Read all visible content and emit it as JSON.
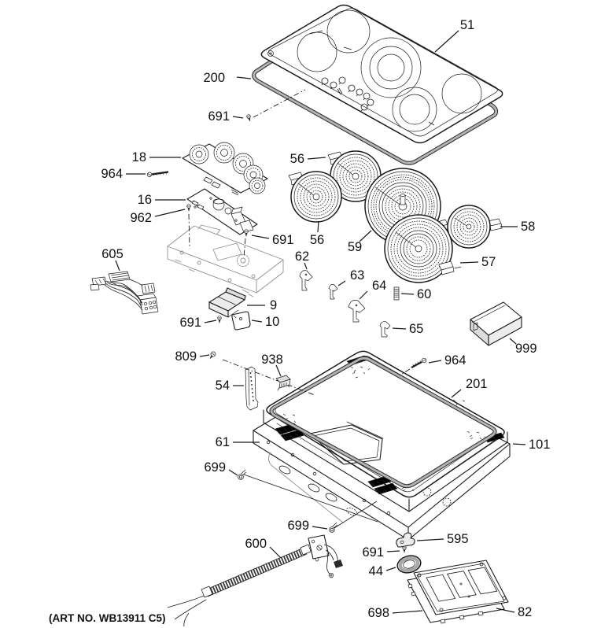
{
  "diagram": {
    "art_no": "(ART NO. WB13911 C5)",
    "callouts": [
      "51",
      "200",
      "691",
      "18",
      "964",
      "16",
      "962",
      "605",
      "691",
      "9",
      "691",
      "10",
      "56",
      "56",
      "59",
      "58",
      "57",
      "62",
      "63",
      "64",
      "60",
      "65",
      "999",
      "809",
      "938",
      "54",
      "964",
      "201",
      "61",
      "101",
      "699",
      "699",
      "600",
      "595",
      "691",
      "44",
      "698",
      "82"
    ]
  },
  "colors": {
    "background": "#ffffff",
    "line": "#1a1a1a",
    "gasket_gray": "#b3b3b3",
    "light_part_gray": "#8f8f8f"
  }
}
